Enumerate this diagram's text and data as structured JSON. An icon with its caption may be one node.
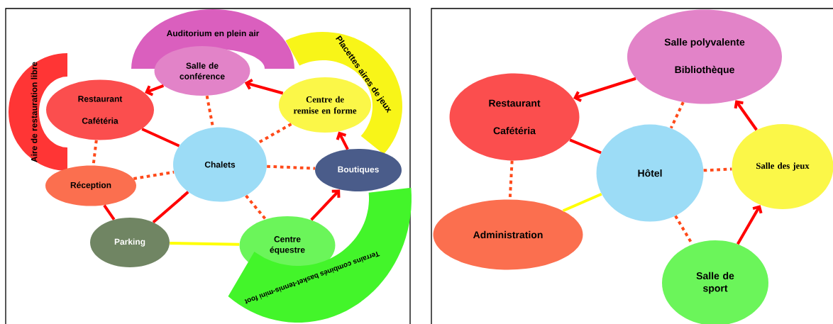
{
  "diagram": {
    "nodes": [
      {
        "text": [
          "Auditorium en plein air"
        ]
      },
      {
        "text": [
          "Salle de conférence"
        ]
      },
      {
        "text": [
          "Placettes aires de jeux"
        ]
      },
      {
        "text": [
          "Aire de restauration libre"
        ]
      },
      {
        "text": [
          "Restaurant",
          "Cafétéria"
        ]
      },
      {
        "text": [
          "Centre de remise en forme"
        ]
      },
      {
        "text": [
          "Chalets"
        ]
      },
      {
        "text": [
          "Boutiques"
        ]
      },
      {
        "text": [
          "Réception"
        ]
      },
      {
        "text": [
          "Parking"
        ]
      },
      {
        "text": [
          "Centre équestre"
        ]
      },
      {
        "text": [
          "Terrains combinés basket-tennis-mini foot"
        ]
      },
      {
        "text": [
          "Salle polyvalente",
          "Bibliothèque"
        ]
      },
      {
        "text": [
          "Restaurant",
          "Cafétéria"
        ]
      },
      {
        "text": [
          "Hôtel"
        ]
      },
      {
        "text": [
          "Salle des jeux"
        ]
      },
      {
        "text": [
          "Administration"
        ]
      },
      {
        "text": [
          "Salle de sport"
        ]
      }
    ],
    "edges": [
      {
        "from": 1,
        "to": 4,
        "arrow": "to"
      },
      {
        "from": 5,
        "to": 1,
        "arrow": "to"
      },
      {
        "from": 7,
        "to": 5,
        "arrow": "to"
      },
      {
        "from": 10,
        "to": 7,
        "arrow": "to"
      },
      {
        "from": 4,
        "to": 6,
        "arrow": "none"
      },
      {
        "from": 1,
        "to": 6,
        "arrow": "none",
        "style": "dashed",
        "color": "#ff4a1a"
      },
      {
        "from": 5,
        "to": 6,
        "arrow": "none",
        "style": "dashed",
        "color": "#ff4a1a"
      },
      {
        "from": 6,
        "to": 7,
        "arrow": "none",
        "style": "dashed",
        "color": "#ff4a1a"
      },
      {
        "from": 4,
        "to": 8,
        "arrow": "none",
        "style": "dashed",
        "color": "#ff4a1a"
      },
      {
        "from": 8,
        "to": 6,
        "arrow": "none",
        "style": "dashed",
        "color": "#ff4a1a"
      },
      {
        "from": 8,
        "to": 9,
        "arrow": "none"
      },
      {
        "from": 9,
        "to": 6,
        "arrow": "none"
      },
      {
        "from": 6,
        "to": 10,
        "arrow": "none",
        "style": "dashed",
        "color": "#ff4a1a"
      },
      {
        "from": 9,
        "to": 10,
        "arrow": "none",
        "color": "#ffff00"
      },
      {
        "from": 12,
        "to": 13,
        "arrow": "to"
      },
      {
        "from": 15,
        "to": 12,
        "arrow": "to"
      },
      {
        "from": 17,
        "to": 15,
        "arrow": "to"
      },
      {
        "from": 13,
        "to": 14,
        "arrow": "none"
      },
      {
        "from": 12,
        "to": 14,
        "arrow": "none",
        "style": "dashed",
        "color": "#ff4a1a"
      },
      {
        "from": 13,
        "to": 16,
        "arrow": "none",
        "style": "dashed",
        "color": "#ff4a1a"
      },
      {
        "from": 14,
        "to": 15,
        "arrow": "none",
        "style": "dashed",
        "color": "#ff4a1a"
      },
      {
        "from": 16,
        "to": 14,
        "arrow": "none",
        "color": "#ffff00"
      },
      {
        "from": 14,
        "to": 17,
        "arrow": "none",
        "style": "dashed",
        "color": "#ff4a1a"
      }
    ]
  }
}
